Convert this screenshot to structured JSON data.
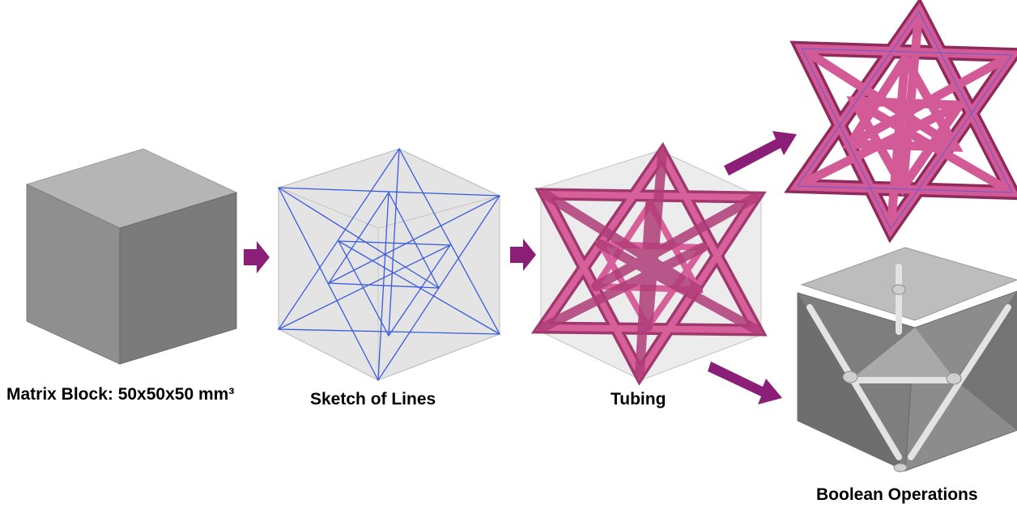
{
  "captions": {
    "matrix_block": "Matrix Block: 50x50x50  mm³",
    "sketch_of_lines": "Sketch of Lines",
    "tubing": "Tubing",
    "boolean_operations": "Boolean Operations"
  },
  "icons": {
    "matrix_block": "cube-icon",
    "sketch": "wireframe-cube-icon",
    "tubing": "star-lattice-icon",
    "lattice_result": "star-lattice-icon",
    "boolean_result": "carved-cube-icon",
    "arrow": "arrow-right-icon"
  },
  "colors": {
    "arrow": "#8b1f78",
    "tube": "#c94887",
    "tube_shadow": "#8f2a5c",
    "sketch_line": "#3b5bdb",
    "cube_top": "#b3b3b3",
    "cube_left": "#909090",
    "cube_right": "#7a7a7a",
    "ghost_fill": "#e6e6e6"
  }
}
